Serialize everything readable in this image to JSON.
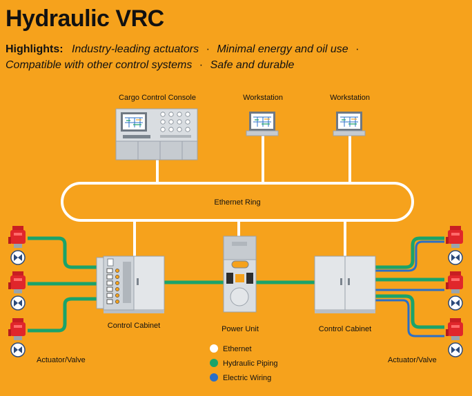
{
  "title": "Hydraulic VRC",
  "highlights": {
    "label": "Highlights:",
    "items": [
      "Industry-leading actuators",
      "Minimal energy and oil use",
      "Compatible with other control systems",
      "Safe and durable"
    ],
    "separator": "·"
  },
  "nodes": {
    "cargo_console": "Cargo Control Console",
    "workstation_1": "Workstation",
    "workstation_2": "Workstation",
    "ethernet_ring": "Ethernet Ring",
    "control_cabinet_left": "Control Cabinet",
    "power_unit": "Power Unit",
    "control_cabinet_right": "Control Cabinet",
    "actuator_left": "Actuator/Valve",
    "actuator_right": "Actuator/Valve"
  },
  "legend": [
    {
      "label": "Ethernet",
      "color": "#ffffff"
    },
    {
      "label": "Hydraulic Piping",
      "color": "#1aa36a"
    },
    {
      "label": "Electric Wiring",
      "color": "#2a6fc7"
    }
  ],
  "colors": {
    "background": "#f6a21c",
    "ethernet": "#ffffff",
    "hydraulic": "#1aa36a",
    "electric": "#2a6fc7",
    "actuator": "#e0262b"
  }
}
